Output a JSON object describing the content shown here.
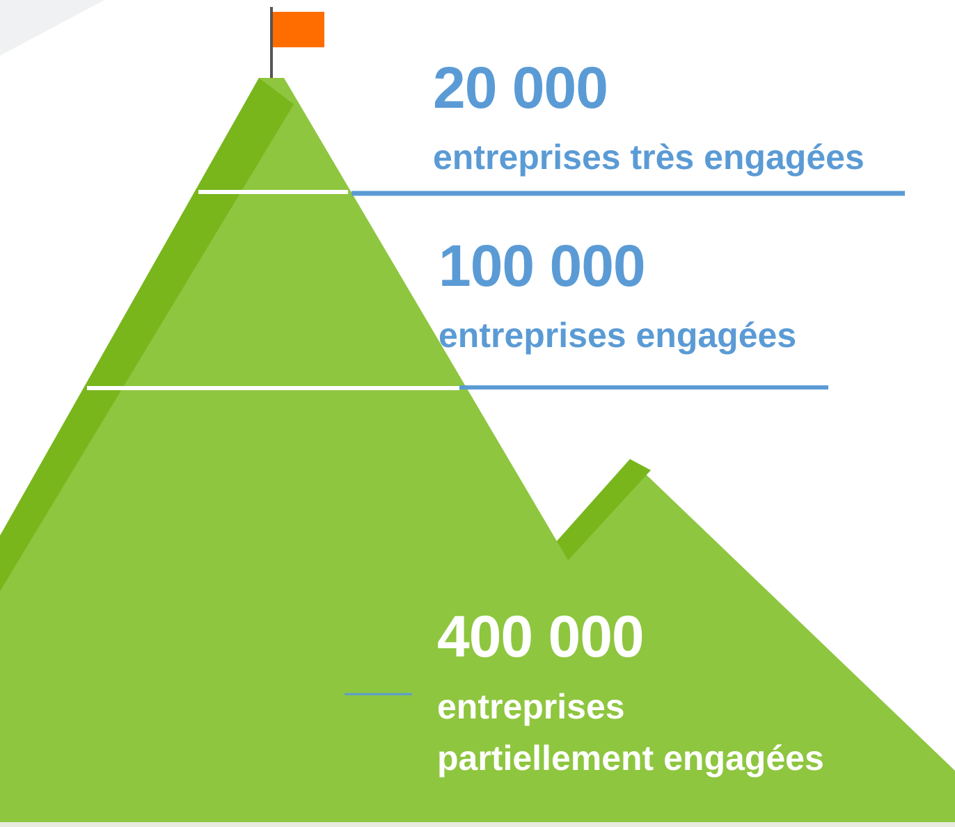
{
  "colors": {
    "mountain_light": "#8ec63f",
    "mountain_dark": "#78b61c",
    "flag": "#ff6d00",
    "pole": "#555555",
    "tier_line_blue": "#5b9bd5",
    "divider_white": "#ffffff"
  },
  "tiers": [
    {
      "value": "20 000",
      "description": "entreprises très engagées"
    },
    {
      "value": "100 000",
      "description": "entreprises engagées"
    },
    {
      "value": "400 000",
      "description_line1": "entreprises",
      "description_line2": "partiellement engagées"
    }
  ]
}
